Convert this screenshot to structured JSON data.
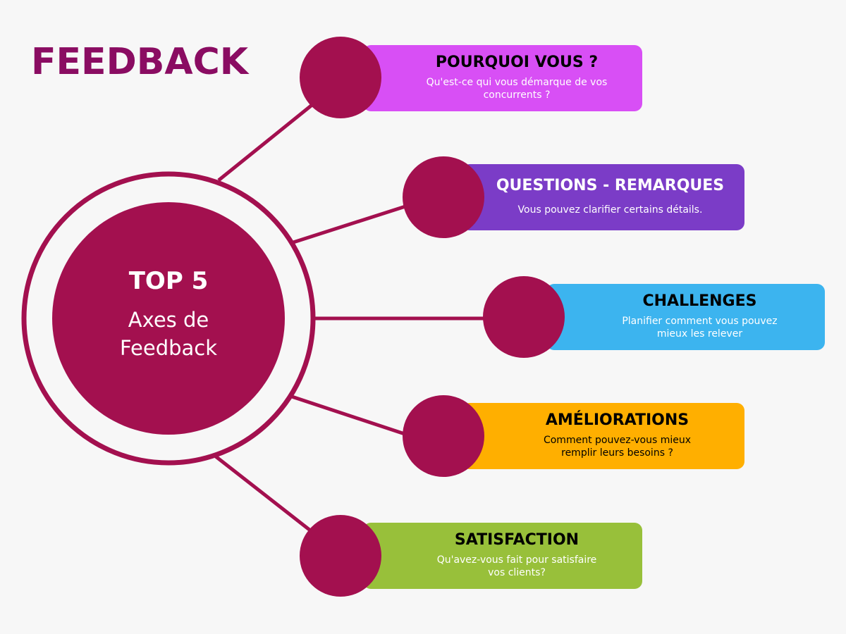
{
  "header": {
    "title": "FEEDBACK"
  },
  "hub": {
    "title": "TOP 5",
    "subtitle_line1": "Axes de",
    "subtitle_line2": "Feedback"
  },
  "colors": {
    "background": "#f7f7f7",
    "title": "#8a0c62",
    "hub": "#a3104f",
    "connector": "#a3104f"
  },
  "items": [
    {
      "title": "POURQUOI VOUS ?",
      "desc_line1": "Qu'est-ce qui vous démarque de vos",
      "desc_line2": "concurrents ?",
      "color": "#d84ff5",
      "title_color": "#000000",
      "desc_color": "#ffffff"
    },
    {
      "title": "QUESTIONS - REMARQUES",
      "desc_line1": "Vous pouvez clarifier certains détails.",
      "desc_line2": "",
      "color": "#7b3cc7",
      "title_color": "#ffffff",
      "desc_color": "#ffffff"
    },
    {
      "title": "CHALLENGES",
      "desc_line1": "Planifier comment vous pouvez",
      "desc_line2": "mieux les relever",
      "color": "#3cb4ef",
      "title_color": "#000000",
      "desc_color": "#ffffff"
    },
    {
      "title": "AMÉLIORATIONS",
      "desc_line1": "Comment pouvez-vous mieux",
      "desc_line2": "remplir leurs besoins ?",
      "color": "#ffaf00",
      "title_color": "#000000",
      "desc_color": "#000000"
    },
    {
      "title": "SATISFACTION",
      "desc_line1": "Qu'avez-vous fait pour satisfaire",
      "desc_line2": "vos clients?",
      "color": "#98c03a",
      "title_color": "#000000",
      "desc_color": "#ffffff"
    }
  ]
}
